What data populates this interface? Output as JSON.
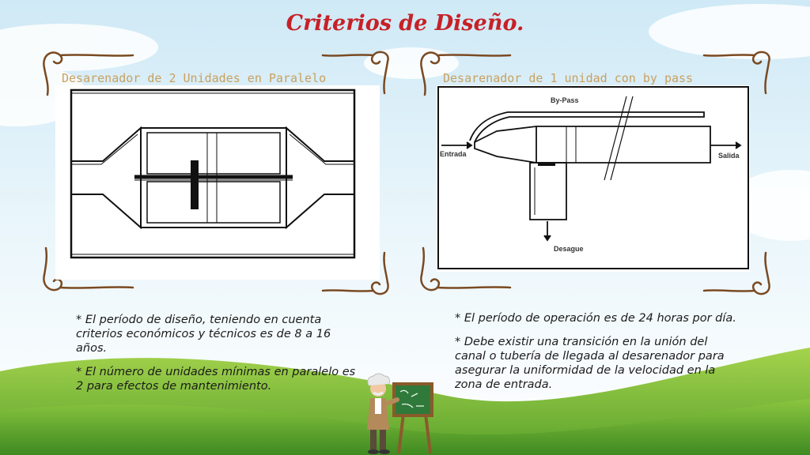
{
  "slide": {
    "title": "Criterios de Diseño."
  },
  "left_panel": {
    "heading": "Desarenador de 2 Unidades en Paralelo",
    "bullets": [
      "* El período de diseño, teniendo en cuenta criterios económicos y técnicos es de 8 a 16 años.",
      "* El número de unidades mínimas en paralelo es 2 para efectos de mantenimiento."
    ]
  },
  "right_panel": {
    "heading": "Desarenador de 1 unidad con by pass",
    "diagram_labels": {
      "bypass": "By-Pass",
      "inlet": "Entrada",
      "outlet": "Salida",
      "drain": "Desague"
    },
    "bullets": [
      "* El período de operación es de 24 horas por día.",
      "* Debe existir una transición en la unión del canal o tubería de llegada al desarenador para asegurar la uniformidad de la velocidad en la zona de entrada."
    ]
  },
  "colors": {
    "title": "#c62126",
    "heading": "#c9a160",
    "ornament": "#7a4a22",
    "sky": "#d4ecf7",
    "grass": "#7cbd3a"
  },
  "icons": [
    "flourish-ornament",
    "professor-chalkboard-character"
  ]
}
